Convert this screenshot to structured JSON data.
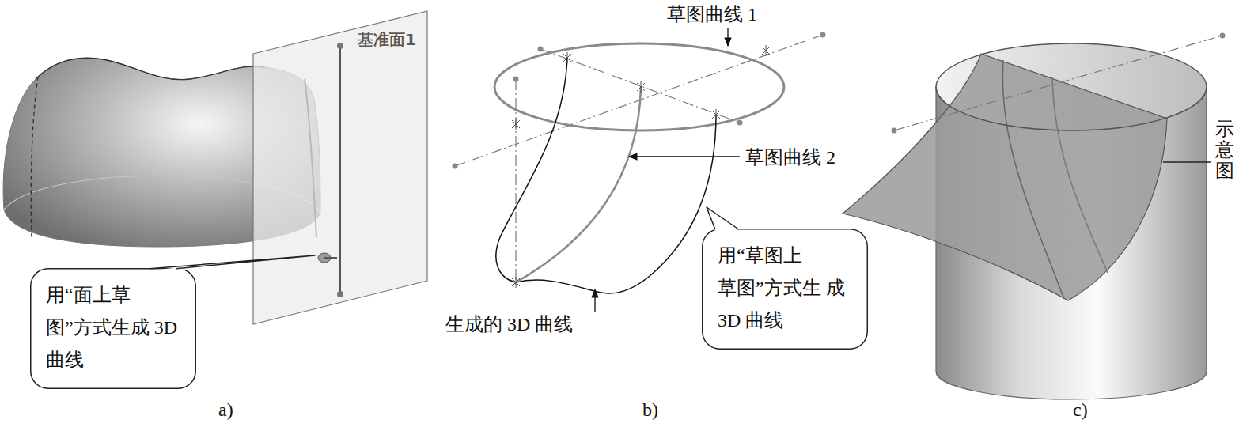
{
  "diagram": {
    "nodes": [
      {
        "text": [
          "用“面上草 图”方式生成 3D 曲线"
        ]
      },
      {
        "text": [
          "用“草图上 草图”方式生 成 3D 曲线"
        ]
      }
    ],
    "labels": [
      "基准面1",
      "草图曲线 1",
      "草图曲线 2",
      "生成的 3D 曲线",
      "示意图",
      "a)",
      "b)",
      "c)"
    ]
  }
}
